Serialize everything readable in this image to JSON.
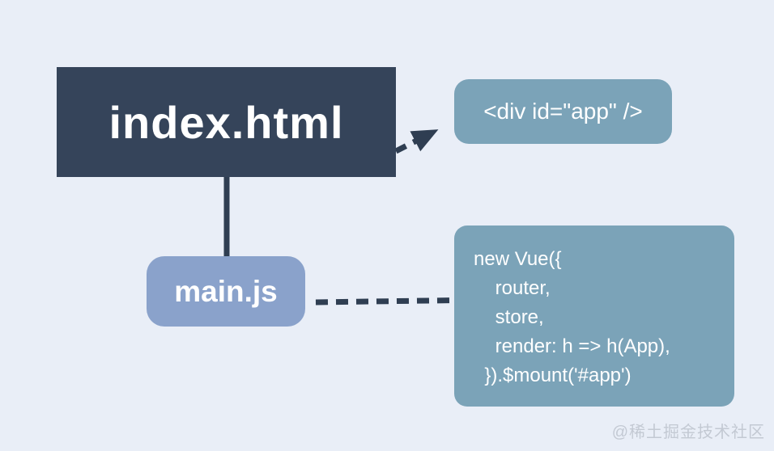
{
  "diagram": {
    "title": "Vue app mounting diagram",
    "nodes": {
      "index_html": {
        "label": "index.html"
      },
      "div_app": {
        "label": "<div id=\"app\" />"
      },
      "main_js": {
        "label": "main.js"
      },
      "vue_code": {
        "lines": [
          "new Vue({",
          "    router,",
          "    store,",
          "    render: h => h(App),",
          "  }).$mount('#app')"
        ]
      }
    },
    "edges": [
      {
        "from": "index_html",
        "to": "div_app",
        "style": "dashed-arrow"
      },
      {
        "from": "index_html",
        "to": "main_js",
        "style": "solid-line"
      },
      {
        "from": "main_js",
        "to": "vue_code",
        "style": "dashed-arrow"
      }
    ],
    "colors": {
      "background": "#e9eef7",
      "index_html_box": "#35445a",
      "steel_blue_box": "#7ba3b8",
      "main_js_box": "#8aa2cb",
      "connector": "#2f3e52",
      "text": "#ffffff",
      "watermark": "#c3c9d3"
    },
    "watermark": "@稀土掘金技术社区"
  }
}
